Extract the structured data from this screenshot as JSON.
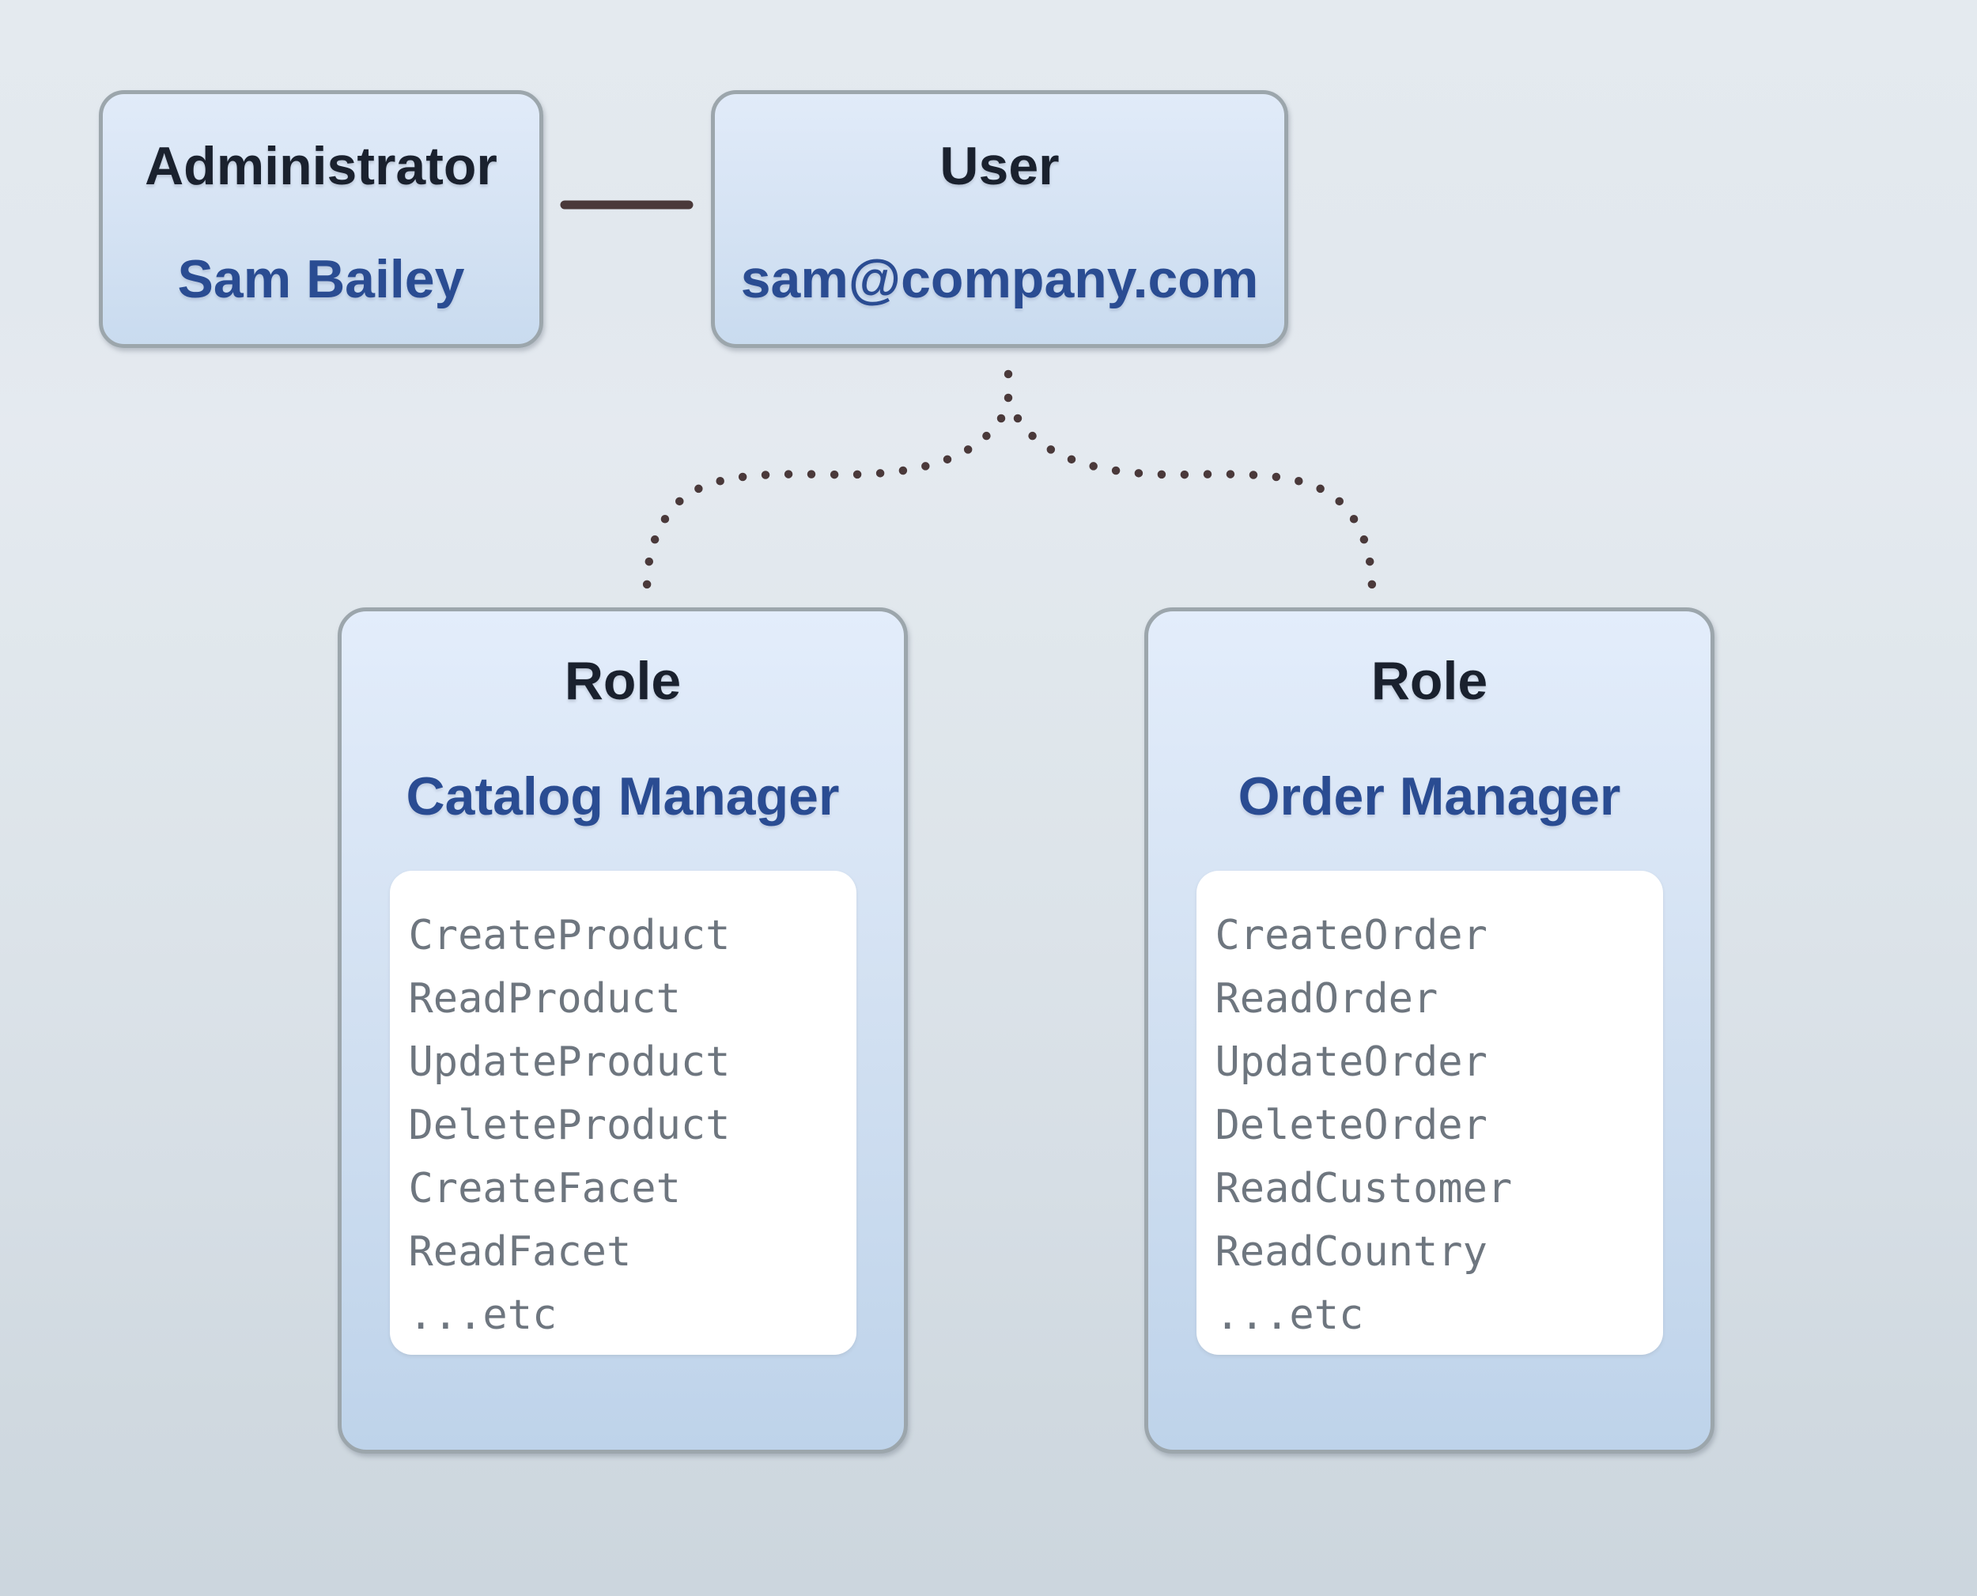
{
  "nodes": {
    "administrator": {
      "title": "Administrator",
      "subtitle": "Sam Bailey"
    },
    "user": {
      "title": "User",
      "subtitle": "sam@company.com"
    }
  },
  "roles": [
    {
      "title": "Role",
      "name": "Catalog Manager",
      "permissions": [
        "CreateProduct",
        "ReadProduct",
        "UpdateProduct",
        "DeleteProduct",
        "CreateFacet",
        "ReadFacet",
        "...etc"
      ]
    },
    {
      "title": "Role",
      "name": "Order Manager",
      "permissions": [
        "CreateOrder",
        "ReadOrder",
        "UpdateOrder",
        "DeleteOrder",
        "ReadCustomer",
        "ReadCountry",
        "...etc"
      ]
    }
  ],
  "colors": {
    "node_border": "#9ca6ac",
    "node_fill_top": "#e1ebf9",
    "node_fill_bottom": "#c9dbef",
    "role_fill_top": "#e3edfb",
    "role_fill_bottom": "#bed3ea",
    "title_text": "#1a212e",
    "accent_blue": "#2a4c92",
    "permission_text": "#6e767f",
    "permission_panel": "#ffffff",
    "connector": "#4a393a"
  }
}
